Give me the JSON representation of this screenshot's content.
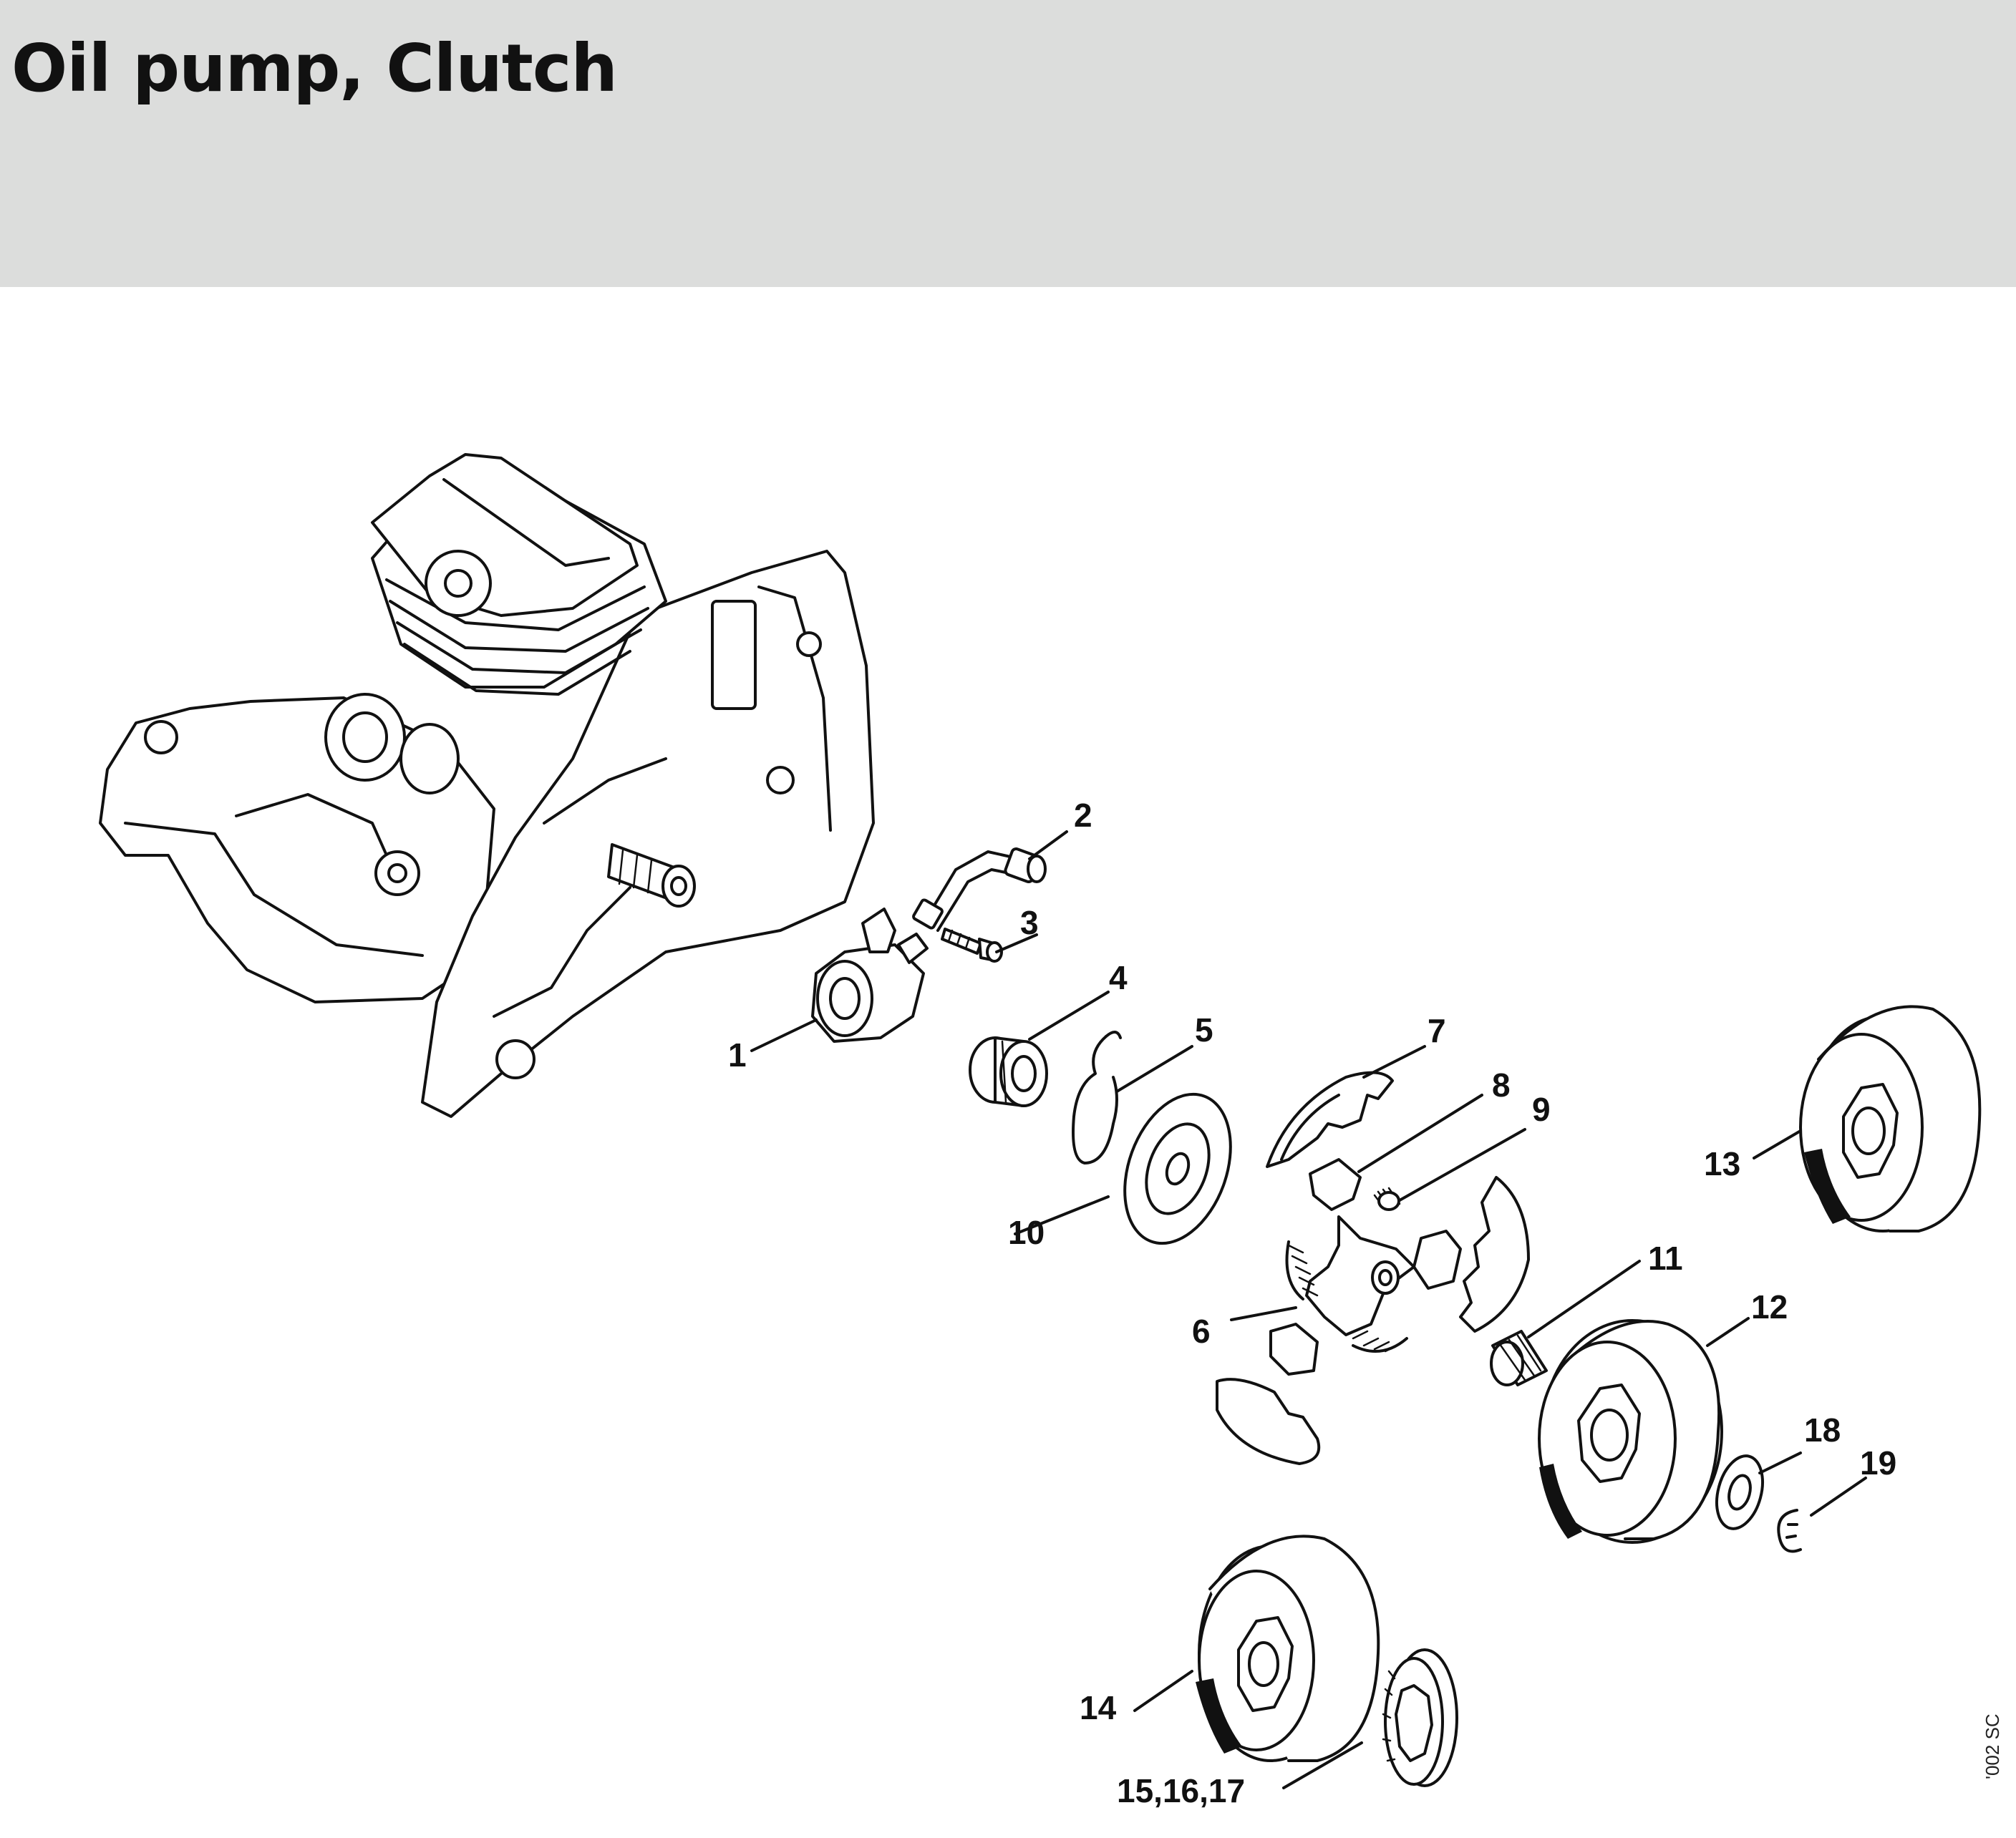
{
  "header": {
    "title": "Oil pump, Clutch"
  },
  "diagram": {
    "callouts": [
      "1",
      "2",
      "3",
      "4",
      "5",
      "6",
      "7",
      "8",
      "9",
      "10",
      "11",
      "12",
      "13",
      "14",
      "15,16,17",
      "18",
      "19"
    ]
  },
  "footer": {
    "reference": "'002 SC"
  }
}
